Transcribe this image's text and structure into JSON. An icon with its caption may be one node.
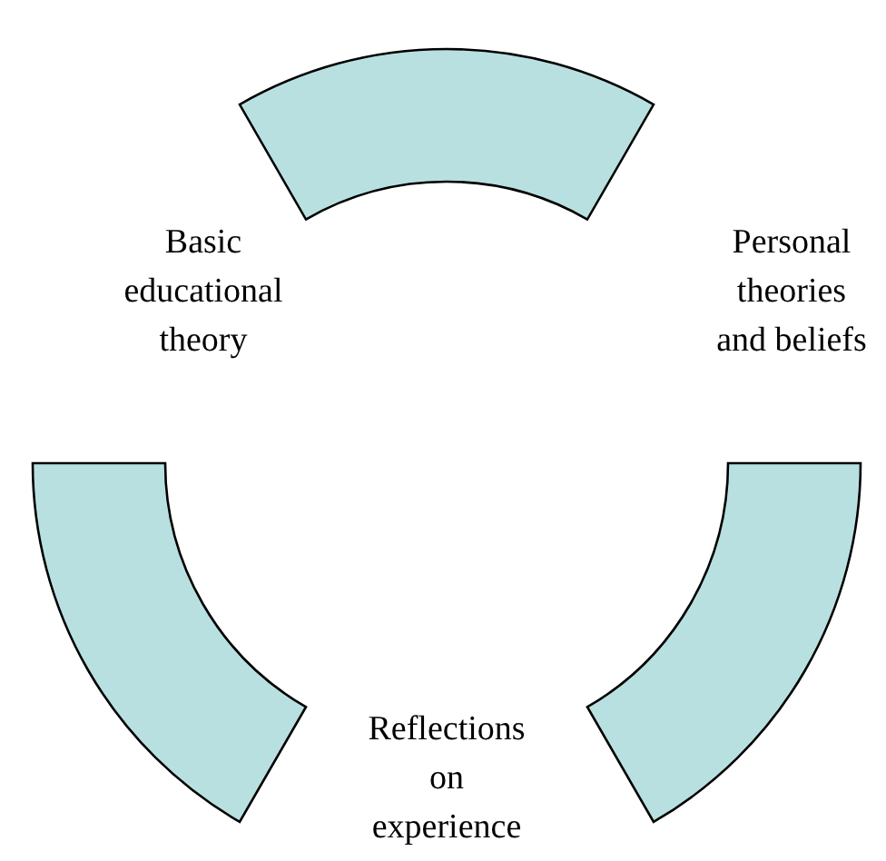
{
  "diagram": {
    "nodes": [
      {
        "text": [
          "Basic educational theory"
        ]
      },
      {
        "text": [
          "Personal theories and beliefs"
        ]
      },
      {
        "text": [
          "Reflections on experience"
        ]
      }
    ],
    "edges": [
      {
        "from": 0,
        "to": 1,
        "arrow": "none",
        "style": "thick"
      },
      {
        "from": 1,
        "to": 2,
        "arrow": "none",
        "style": "thick"
      },
      {
        "from": 2,
        "to": 0,
        "arrow": "none",
        "style": "thick"
      }
    ]
  }
}
